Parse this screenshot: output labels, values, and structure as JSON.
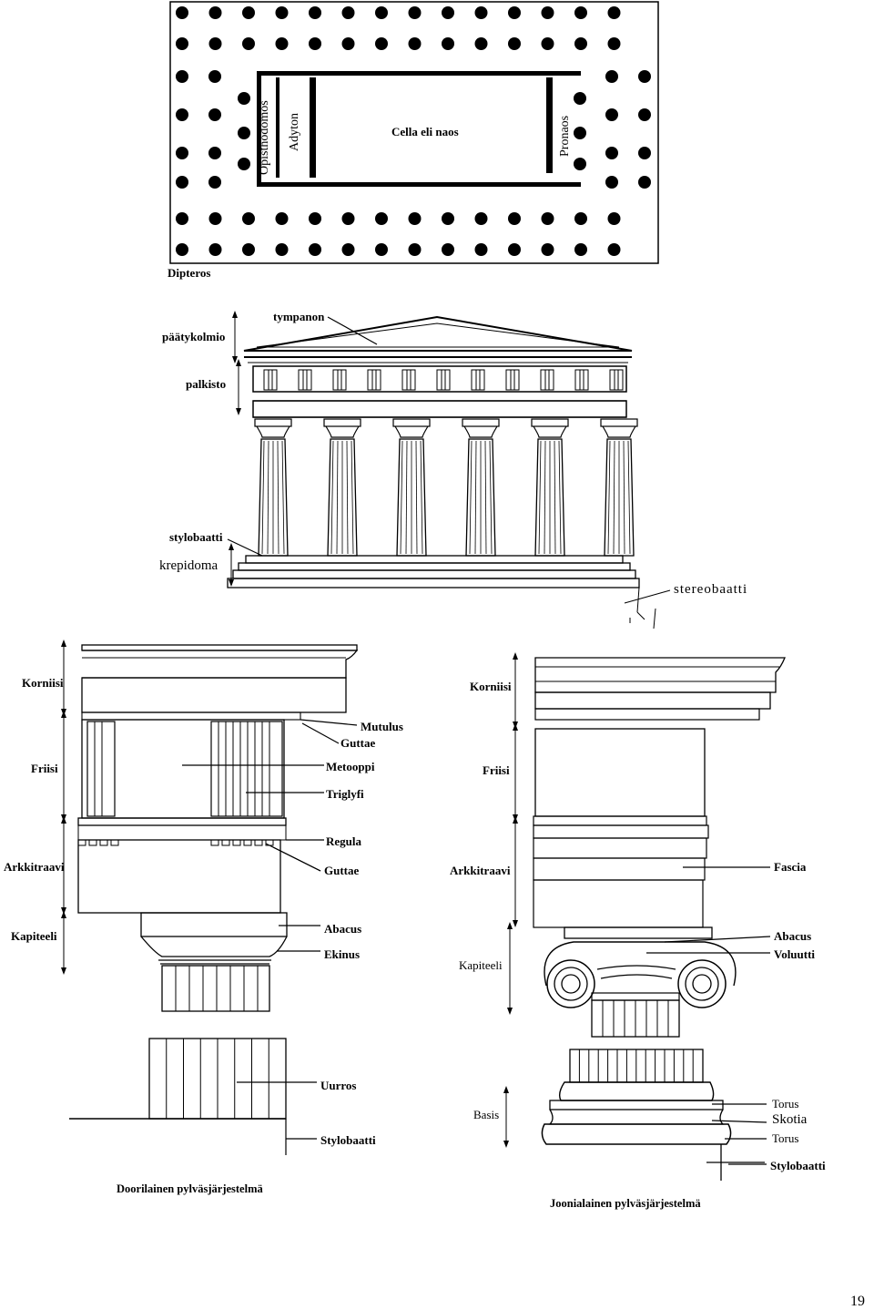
{
  "plan": {
    "caption": "Dipteros",
    "cella_label": "Cella eli naos",
    "opisthodomos": "Opisthodomos",
    "adyton": "Adyton",
    "pronaos": "Pronaos"
  },
  "elevation": {
    "paatykolmio": "päätykolmio",
    "tympanon": "tympanon",
    "palkisto": "palkisto",
    "stylobaatti": "stylobaatti",
    "krepidoma": "krepidoma",
    "stereobaatti": "stereobaatti"
  },
  "doric": {
    "korniisi": "Korniisi",
    "friisi": "Friisi",
    "arkkitraavi": "Arkkitraavi",
    "kapiteeli": "Kapiteeli",
    "mutulus": "Mutulus",
    "guttae_top": "Guttae",
    "metooppi": "Metooppi",
    "triglyfi": "Triglyfi",
    "regula": "Regula",
    "guttae_bottom": "Guttae",
    "abacus": "Abacus",
    "ekinus": "Ekinus",
    "uurros": "Uurros",
    "stylobaatti": "Stylobaatti",
    "caption": "Doorilainen pylväsjärjestelmä"
  },
  "ionic": {
    "korniisi": "Korniisi",
    "friisi": "Friisi",
    "arkkitraavi": "Arkkitraavi",
    "fascia": "Fascia",
    "kapiteeli": "Kapiteeli",
    "abacus": "Abacus",
    "voluutti": "Voluutti",
    "basis": "Basis",
    "torus_top": "Torus",
    "skotia": "Skotia",
    "torus_bottom": "Torus",
    "stylobaatti": "Stylobaatti",
    "caption": "Joonialainen pylväsjärjestelmä"
  },
  "page_number": "19"
}
